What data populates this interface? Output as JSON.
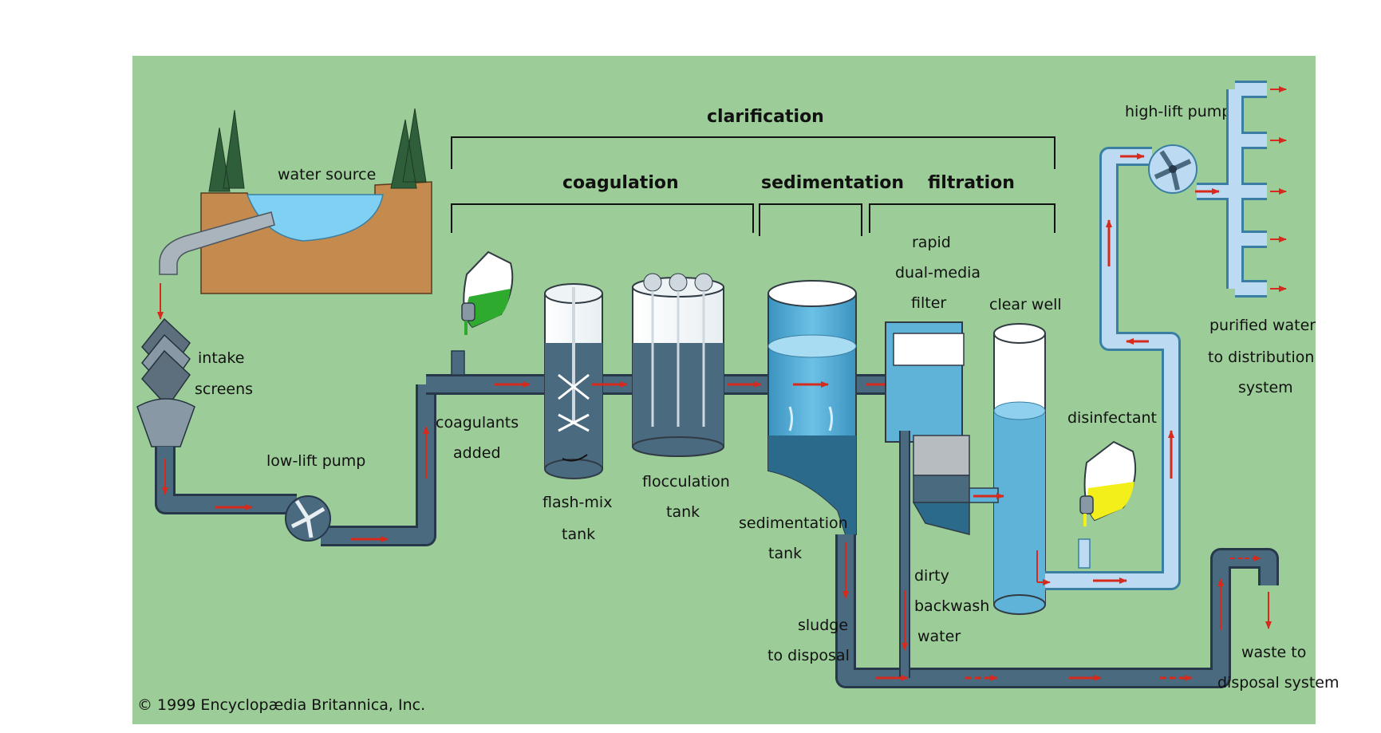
{
  "headers": {
    "clarification": "clarification",
    "coagulation": "coagulation",
    "sedimentation": "sedimentation",
    "filtration": "filtration"
  },
  "labels": {
    "water_source": "water source",
    "intake_1": "intake",
    "intake_2": "screens",
    "low_lift_pump": "low-lift pump",
    "coagulants_1": "coagulants",
    "coagulants_2": "added",
    "flashmix_1": "flash-mix",
    "flashmix_2": "tank",
    "flocculation_1": "flocculation",
    "flocculation_2": "tank",
    "sedtank_1": "sedimentation",
    "sedtank_2": "tank",
    "sludge_1": "sludge",
    "sludge_2": "to disposal",
    "rapid_1": "rapid",
    "rapid_2": "dual-media",
    "rapid_3": "filter",
    "clear_well": "clear well",
    "dirty_1": "dirty",
    "dirty_2": "backwash",
    "dirty_3": "water",
    "disinfectant": "disinfectant",
    "high_lift_pump": "high-lift pump",
    "purified_1": "purified water",
    "purified_2": "to distribution",
    "purified_3": "system",
    "waste_1": "waste to",
    "waste_2": "disposal system"
  },
  "copyright": "© 1999 Encyclopædia Britannica, Inc.",
  "colors": {
    "background": "#9ccd98",
    "pipe": "#4a6a80",
    "pipe_outline": "#26384a",
    "clean_pipe": "#bcdaf2",
    "water": "#5fb3d9",
    "ground": "#c48a4e",
    "arrow": "#d62b1c",
    "coagulant": "#2eaa2e",
    "disinfectant": "#f3ef1a"
  }
}
